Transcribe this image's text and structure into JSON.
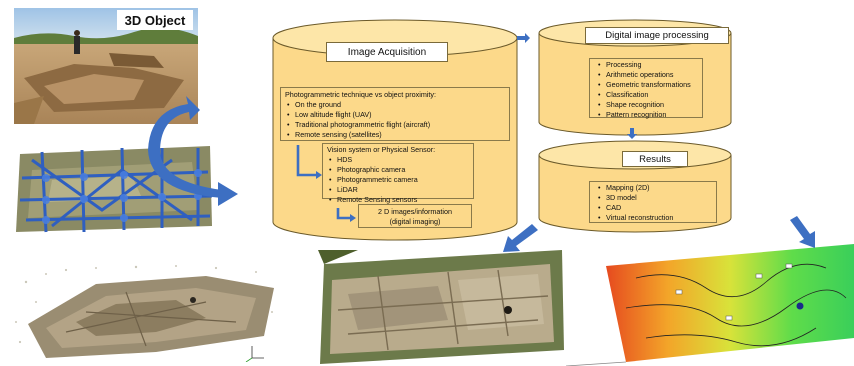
{
  "diagram": {
    "photo_label": "3D Object",
    "image_acquisition": {
      "title": "Image Acquisition",
      "technique_heading": "Photogrammetric technique vs object proximity:",
      "techniques": [
        "On the ground",
        "Low altitude flight (UAV)",
        "Traditional photogrammetric flight (aircraft)",
        "Remote sensing (satellites)"
      ],
      "sensor_heading": "Vision system or Physical Sensor:",
      "sensors": [
        "HDS",
        "Photographic camera",
        "Photogrammetric camera",
        "LiDAR",
        "Remote Sensing sensors"
      ],
      "output_line1": "2 D images/information",
      "output_line2": "(digital imaging)"
    },
    "digital_processing": {
      "title": "Digital image processing",
      "items": [
        "Processing",
        "Arithmetic operations",
        "Geometric transformations",
        "Classification",
        "Shape recognition",
        "Pattern recognition"
      ]
    },
    "results": {
      "title": "Results",
      "items": [
        "Mapping (2D)",
        "3D model",
        "CAD",
        "Virtual reconstruction"
      ]
    },
    "colors": {
      "cylinder_fill": "#fcd98a",
      "cylinder_stroke": "#6b5a2a",
      "arrow_blue": "#3d6fc2"
    }
  }
}
